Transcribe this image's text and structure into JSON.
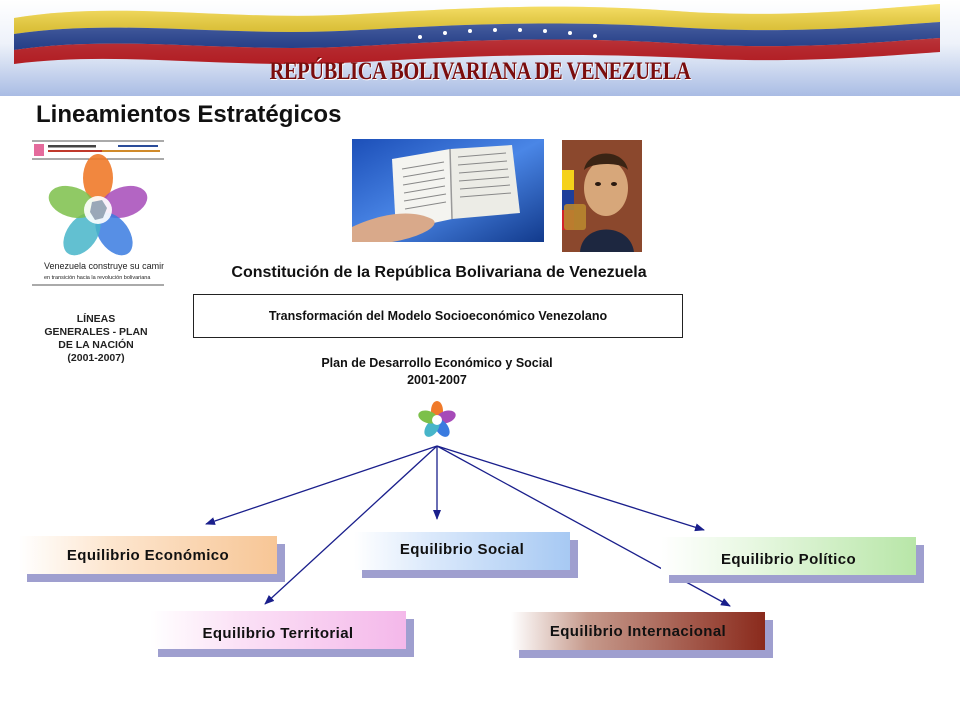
{
  "header": {
    "banner_title": "REPÚBLICA BOLIVARIANA DE VENEZUELA",
    "flag_colors": [
      "#f5d11a",
      "#1f3f9a",
      "#d2232a"
    ]
  },
  "page_title": "Lineamientos Estratégicos",
  "booklet": {
    "slogan_line1": "Venezuela construye su camino,",
    "slogan_line2": "en transición hacia la revolución bolivariana",
    "caption_lines": [
      "LÍNEAS",
      "GENERALES - PLAN",
      "DE LA NACIÓN",
      "(2001-2007)"
    ]
  },
  "constitucion_title": "Constitución de la República Bolivariana de Venezuela",
  "transformacion_label": "Transformación del Modelo Socioeconómico Venezolano",
  "plan": {
    "line1": "Plan de Desarrollo Económico y Social",
    "line2": "2001-2007"
  },
  "equilibrios": {
    "economico": "Equilibrio  Económico",
    "social": "Equilibrio  Social",
    "politico": "Equilibrio  Político",
    "territorial": "Equilibrio  Territorial",
    "internacional": "Equilibrio  Internacional"
  },
  "colors": {
    "arrow": "#1a1f8c",
    "banner_title": "#7a0d0d",
    "box_shadow": "#9f9fcf"
  }
}
